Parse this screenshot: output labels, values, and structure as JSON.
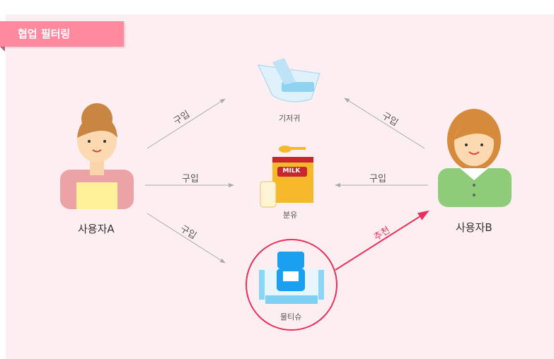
{
  "title": "협업 필터링",
  "users": {
    "a": "사용자A",
    "b": "사용자B"
  },
  "items": {
    "diaper": "기저귀",
    "milk": "분유",
    "wipes": "물티슈"
  },
  "milk_label": "MILK",
  "edges": {
    "buy": "구입",
    "recommend": "추천"
  },
  "colors": {
    "accent": "#ff8aa0",
    "recommend": "#e8305a",
    "background": "#fdeef2"
  }
}
